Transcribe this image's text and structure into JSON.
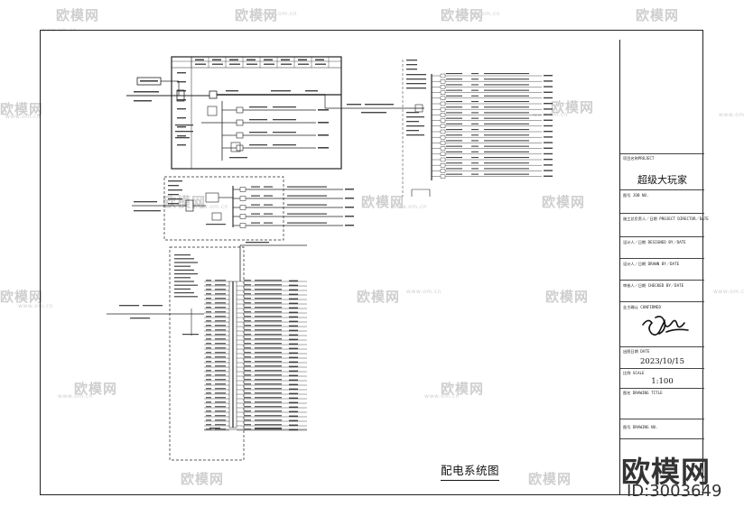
{
  "diagram": {
    "caption": "配电系统图"
  },
  "title_block": {
    "rows": [
      {
        "label": "项目名称PROJECT",
        "value": "超级大玩家"
      },
      {
        "label": "图号 JOB NO.",
        "value": ""
      },
      {
        "label": "施工总负责人／日期 PROJECT DIRECTOR／DATE",
        "value": ""
      },
      {
        "label": "设计人／日期 DESIGNED BY／DATE",
        "value": ""
      },
      {
        "label": "设计人／日期 DRAWN BY／DATE",
        "value": ""
      },
      {
        "label": "审核人／日期 CHECKED BY／DATE",
        "value": ""
      },
      {
        "label": "业主确认 CONFIRMED",
        "value": ""
      },
      {
        "label": "出图日期 DATE",
        "value": "2023/10/15"
      },
      {
        "label": "比例 SCALE",
        "value": "1:100"
      },
      {
        "label": "图名 DRAWING TITLE",
        "value": ""
      },
      {
        "label": "图号 DRAWING NO.",
        "value": ""
      }
    ]
  },
  "watermark": {
    "brand": "欧模网",
    "site": "www.om.cn",
    "id": "ID:3003649"
  }
}
